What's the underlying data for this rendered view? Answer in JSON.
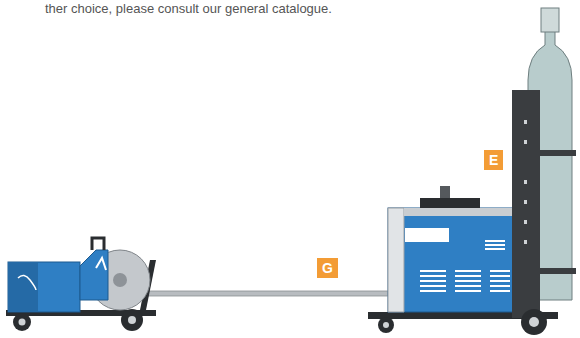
{
  "diagram": {
    "labels": [
      "ther choice, please consult our general catalogue.",
      "E",
      "G"
    ]
  }
}
